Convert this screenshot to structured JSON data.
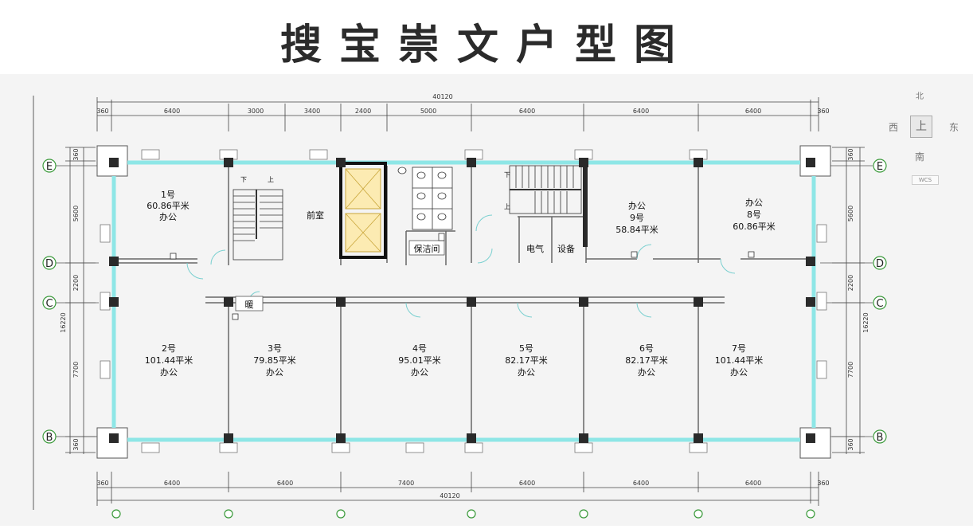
{
  "title": "搜宝崇文户型图",
  "compass": {
    "north": "北",
    "south": "南",
    "west": "西",
    "east": "东",
    "center": "上",
    "wcs": "WCS"
  },
  "dims": {
    "total": "40120",
    "edge": "360",
    "top": [
      "6400",
      "3000",
      "3400",
      "2400",
      "5000",
      "6400",
      "6400",
      "6400"
    ],
    "bottom": [
      "6400",
      "6400",
      "7400",
      "6400",
      "6400",
      "6400"
    ],
    "left_total": "16220",
    "left": [
      "360",
      "5600",
      "2200",
      "7700",
      "360"
    ],
    "right": [
      "360",
      "5600",
      "2200",
      "7700",
      "360"
    ]
  },
  "axes": {
    "E": "E",
    "D": "D",
    "C": "C",
    "B": "B"
  },
  "rooms": {
    "r1": {
      "no": "1号",
      "area": "60.86平米",
      "use": "办公"
    },
    "r2": {
      "no": "2号",
      "area": "101.44平米",
      "use": "办公"
    },
    "r3": {
      "no": "3号",
      "area": "79.85平米",
      "use": "办公"
    },
    "r4": {
      "no": "4号",
      "area": "95.01平米",
      "use": "办公"
    },
    "r5": {
      "no": "5号",
      "area": "82.17平米",
      "use": "办公"
    },
    "r6": {
      "no": "6号",
      "area": "82.17平米",
      "use": "办公"
    },
    "r7": {
      "no": "7号",
      "area": "101.44平米",
      "use": "办公"
    },
    "r8": {
      "use": "办公",
      "no": "8号",
      "area": "60.86平米"
    },
    "r9": {
      "use": "办公",
      "no": "9号",
      "area": "58.84平米"
    }
  },
  "labels": {
    "front": "前室",
    "cleaning": "保洁间",
    "electric": "电气",
    "equipment": "设备",
    "shaft": "暖",
    "stair_down": "下",
    "stair_up": "上"
  }
}
